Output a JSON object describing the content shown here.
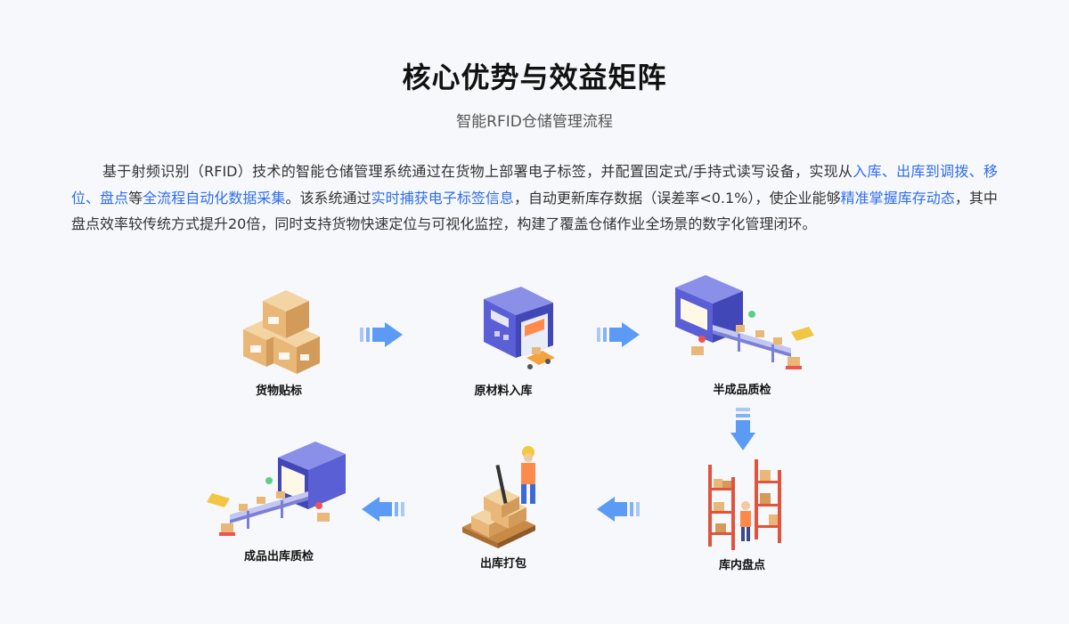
{
  "header": {
    "title": "核心优势与效益矩阵",
    "subtitle": "智能RFID仓储管理流程"
  },
  "description": {
    "segments": [
      {
        "text": "基于射频识别（RFID）技术的智能仓储管理系统通过在货物上部署电子标签，并配置固定式/手持式读写设备，实现从",
        "highlight": false
      },
      {
        "text": "入库、出库到调拨、移位、盘点",
        "highlight": true
      },
      {
        "text": "等",
        "highlight": false
      },
      {
        "text": "全流程自动化数据采集",
        "highlight": true
      },
      {
        "text": "。该系统通过",
        "highlight": false
      },
      {
        "text": "实时捕获电子标签信息",
        "highlight": true
      },
      {
        "text": "，自动更新库存数据（误差率<0.1%），使企业能够",
        "highlight": false
      },
      {
        "text": "精准掌握库存动态",
        "highlight": true
      },
      {
        "text": "，其中盘点效率较传统方式提升20倍，同时支持货物快速定位与可视化监控，构建了覆盖仓储作业全场景的数字化管理闭环。",
        "highlight": false
      }
    ]
  },
  "flow": {
    "steps": [
      {
        "label": "货物贴标",
        "icon": "boxes-icon"
      },
      {
        "label": "原材料入库",
        "icon": "warehouse-icon"
      },
      {
        "label": "半成品质检",
        "icon": "scanner-conveyor-icon"
      },
      {
        "label": "库内盘点",
        "icon": "shelves-worker-icon"
      },
      {
        "label": "出库打包",
        "icon": "pallet-jack-icon"
      },
      {
        "label": "成品出库质检",
        "icon": "scanner-conveyor-icon"
      }
    ]
  },
  "colors": {
    "accent": "#2f6df3",
    "arrow": "#5b9bf5",
    "machine": "#5a5fd6",
    "box": "#e9b878"
  }
}
